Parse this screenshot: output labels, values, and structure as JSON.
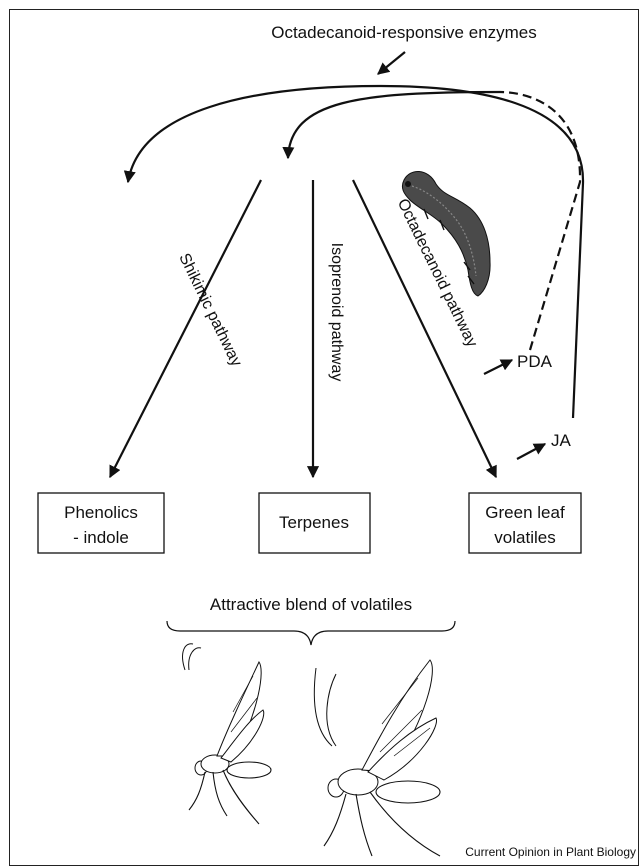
{
  "title": "Octadecanoid-responsive enzymes",
  "pathways": {
    "shikimic": "Shikimic pathway",
    "isoprenoid": "Isoprenoid pathway",
    "octadecanoid": "Octadecanoid pathway"
  },
  "signals": {
    "pda": "PDA",
    "ja": "JA"
  },
  "products": {
    "phenolics_line1": "Phenolics",
    "phenolics_line2": "- indole",
    "terpenes": "Terpenes",
    "glv_line1": "Green leaf",
    "glv_line2": "volatiles"
  },
  "blend_label": "Attractive blend of volatiles",
  "credit": "Current Opinion in Plant Biology",
  "illustrations": [
    "caterpillar-illustration",
    "parasitic-wasp-illustration",
    "parasitic-wasp-illustration"
  ],
  "colors": {
    "line": "#111111",
    "background": "#ffffff"
  }
}
